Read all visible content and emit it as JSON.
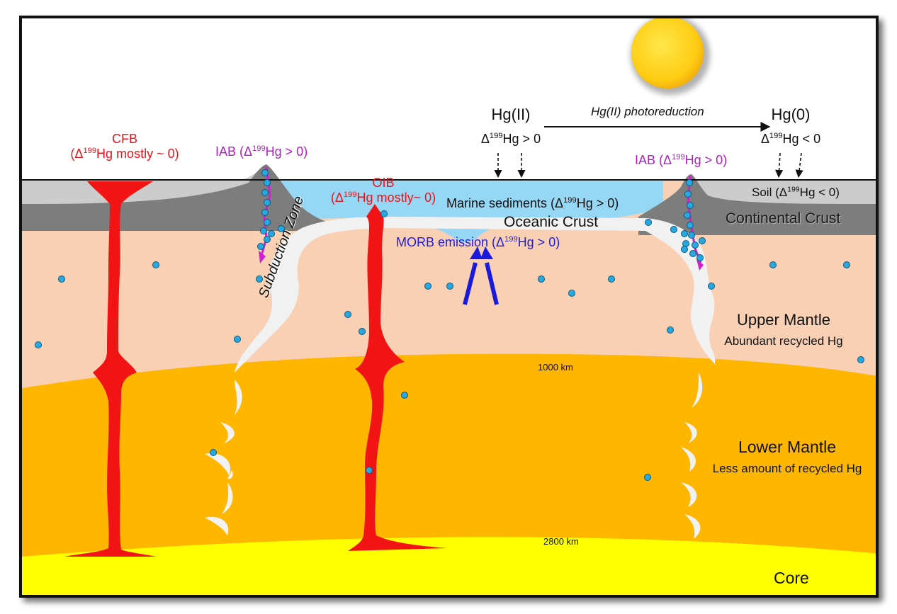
{
  "labels": {
    "cfb": "CFB",
    "cfb_sub_prefix": "(Δ",
    "cfb_sub_sup": "199",
    "cfb_sub_suffix": "Hg mostly ~ 0)",
    "iab_left_prefix": "IAB (Δ",
    "iab_left_sup": "199",
    "iab_left_suffix": "Hg > 0)",
    "iab_right_prefix": "IAB (Δ",
    "iab_right_sup": "199",
    "iab_right_suffix": "Hg > 0)",
    "oib": "OIB",
    "oib_sub_prefix": "(Δ",
    "oib_sub_sup": "199",
    "oib_sub_suffix": "Hg mostly~ 0)",
    "hg2": "Hg(II)",
    "hg2_sub_prefix": "Δ",
    "hg2_sub_sup": "199",
    "hg2_sub_suffix": "Hg > 0",
    "photoreduction": "Hg(II) photoreduction",
    "hg0": "Hg(0)",
    "hg0_sub_prefix": "Δ",
    "hg0_sub_sup": "199",
    "hg0_sub_suffix": "Hg < 0",
    "marine_prefix": "Marine sediments (Δ",
    "marine_sup": "199",
    "marine_suffix": "Hg > 0)",
    "soil_prefix": "Soil (Δ",
    "soil_sup": "199",
    "soil_suffix": "Hg < 0)",
    "oceanic_crust": "Oceanic Crust",
    "continental_crust": "Continental Crust",
    "morb_prefix": "MORB emission (Δ",
    "morb_sup": "199",
    "morb_suffix": "Hg > 0)",
    "subduction_zone": "Subduction Zone",
    "upper_mantle": "Upper Mantle",
    "upper_mantle_note": "Abundant recycled Hg",
    "depth_1000": "1000 km",
    "lower_mantle": "Lower Mantle",
    "lower_mantle_note": "Less amount of recycled Hg",
    "depth_2800": "2800 km",
    "core": "Core"
  },
  "colors": {
    "sky": "#ffffff",
    "sun": "#ffd21a",
    "upper_mantle": "#f9d0b4",
    "lower_mantle": "#ffb600",
    "core": "#ffff00",
    "continental_crust": "#7d7d7d",
    "soil": "#cccccc",
    "ocean_sediment": "#96d7f6",
    "slab": "#f1f1f1",
    "plume": "#f21414",
    "hg_dot": "#28a8e0",
    "magenta": "#cc22cc",
    "morb_arrow": "#1a1adf"
  }
}
